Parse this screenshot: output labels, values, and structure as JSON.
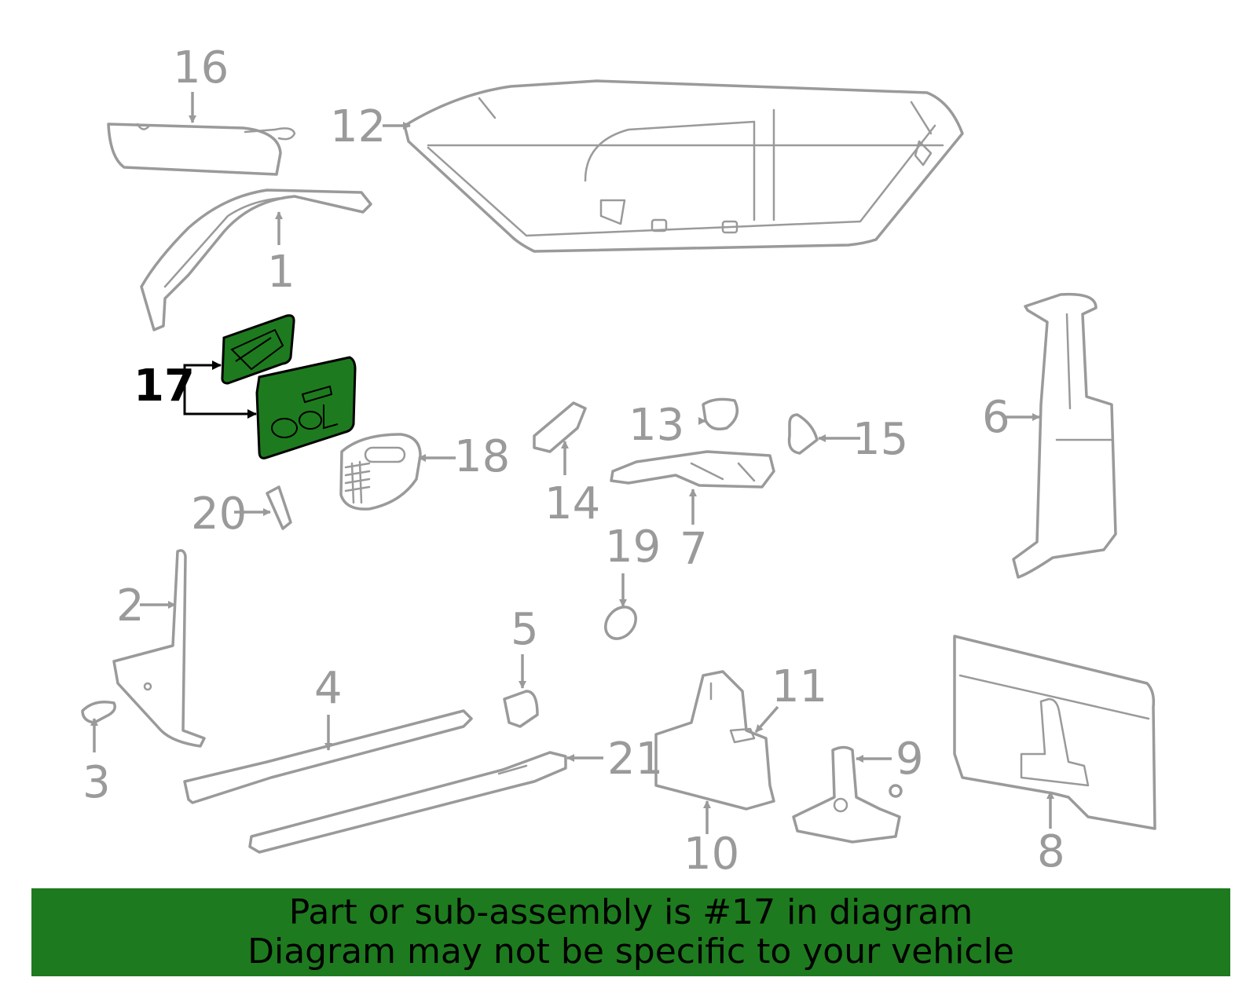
{
  "colors": {
    "line_gray": "#9a9a9a",
    "highlight_green": "#1e7a1e",
    "banner_green": "#1e7a1e",
    "highlight_label": "#000000"
  },
  "callouts": {
    "c1": "1",
    "c2": "2",
    "c3": "3",
    "c4": "4",
    "c5": "5",
    "c6": "6",
    "c7": "7",
    "c8": "8",
    "c9": "9",
    "c10": "10",
    "c11": "11",
    "c12": "12",
    "c13": "13",
    "c14": "14",
    "c15": "15",
    "c16": "16",
    "c17": "17",
    "c18": "18",
    "c19": "19",
    "c20": "20",
    "c21": "21"
  },
  "banner": {
    "line1": "Part or sub-assembly is #17 in diagram",
    "line2": "Diagram may not be specific to your vehicle"
  }
}
